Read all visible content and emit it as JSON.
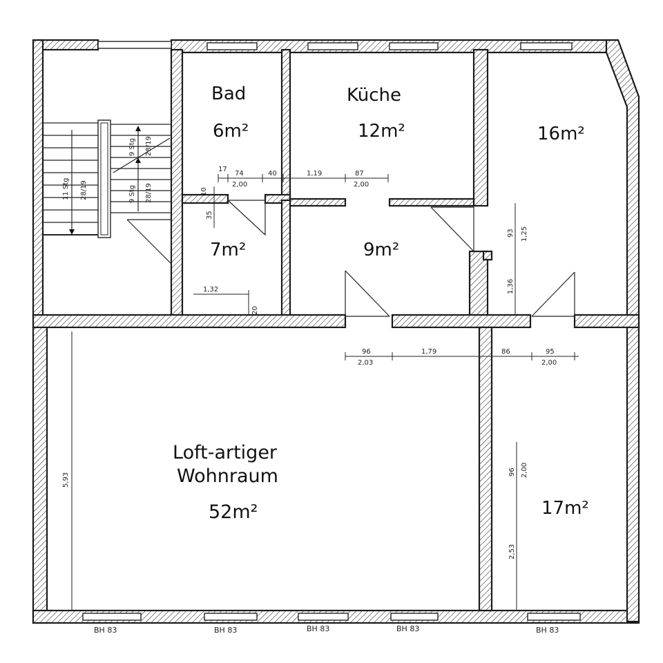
{
  "rooms": {
    "bad": {
      "name": "Bad",
      "area": "6m²"
    },
    "kueche": {
      "name": "Küche",
      "area": "12m²"
    },
    "room_ne": {
      "area": "16m²"
    },
    "room_small": {
      "area": "7m²"
    },
    "flur": {
      "area": "9m²"
    },
    "wohnraum": {
      "name_line1": "Loft-artiger",
      "name_line2": "Wohnraum",
      "area": "52m²"
    },
    "room_se": {
      "area": "17m²"
    }
  },
  "stairs": {
    "label_a": "11 Stg",
    "label_a2": "28/19",
    "label_b": "9 Stg",
    "label_b2": "28/19",
    "label_c": "9 Stg",
    "label_c2": "28/19"
  },
  "dimensions": {
    "d17": "17",
    "d74": "74",
    "d200a": "2,00",
    "d40": "40",
    "d119": "1,19",
    "d87": "87",
    "d200b": "2,00",
    "d10": "10",
    "d35": "35",
    "d132": "1,32",
    "d20": "20",
    "d93": "93",
    "d125": "1,25",
    "d136": "1,36",
    "d96a": "96",
    "d203": "2,03",
    "d179": "1,79",
    "d86": "86",
    "d95": "95",
    "d200c": "2,00",
    "d593": "5,93",
    "d96b": "96",
    "d200d": "2,00",
    "d253": "2,53"
  },
  "sill_heights": [
    "BH 83",
    "BH 83",
    "BH 83",
    "BH 83",
    "BH 83"
  ]
}
